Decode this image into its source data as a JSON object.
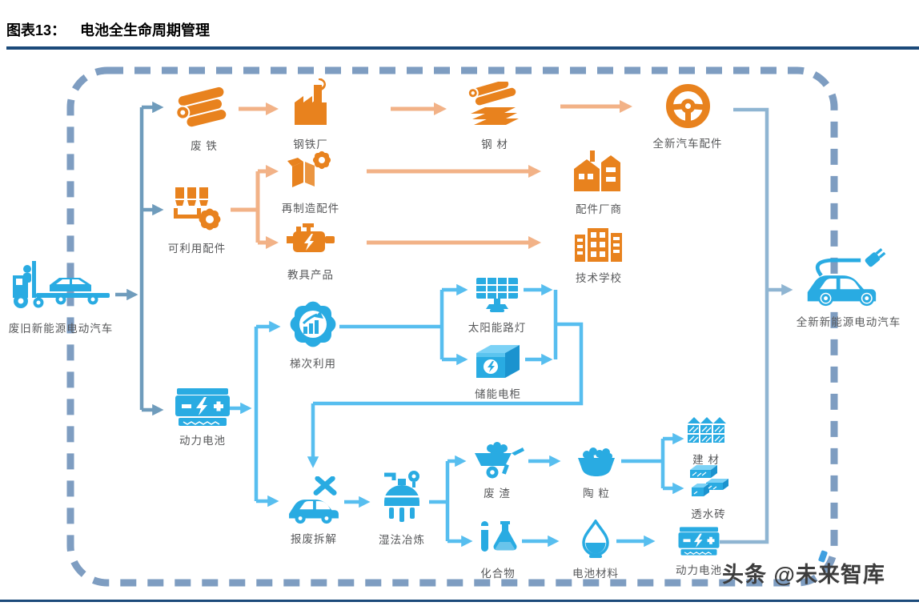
{
  "header": {
    "figure_label": "图表13：",
    "title": "电池全生命周期管理"
  },
  "watermark": {
    "text": "头条 @未来智库"
  },
  "colors": {
    "icon_orange": "#E8821E",
    "icon_blue": "#29ABE2",
    "arrow_orange": "#F2B287",
    "arrow_cyan": "#57BEEF",
    "arrow_steel": "#6F9CBC",
    "arrow_steel_light": "#8FB5D2",
    "border_dash": "#7E9DC1",
    "rule_navy": "#1B4A7A"
  },
  "nodes": {
    "truck": {
      "label": "废旧新能源电动汽车"
    },
    "scrap_iron": {
      "label": "废 铁"
    },
    "steel_plant": {
      "label": "钢铁厂"
    },
    "steel": {
      "label": "钢 材"
    },
    "new_auto_parts": {
      "label": "全新汽车配件"
    },
    "usable_parts": {
      "label": "可利用配件"
    },
    "reman_parts": {
      "label": "再制造配件"
    },
    "teaching_products": {
      "label": "教具产品"
    },
    "parts_manufacturer": {
      "label": "配件厂商"
    },
    "tech_school": {
      "label": "技术学校"
    },
    "power_battery": {
      "label": "动力电池"
    },
    "cascade_use": {
      "label": "梯次利用"
    },
    "solar_light": {
      "label": "太阳能路灯"
    },
    "storage_cabinet": {
      "label": "储能电柜"
    },
    "dismantling": {
      "label": "报废拆解"
    },
    "hydrometallurgy": {
      "label": "湿法冶炼"
    },
    "slag": {
      "label": "废 渣"
    },
    "ceramsite": {
      "label": "陶 粒"
    },
    "building_materials": {
      "label": "建 材"
    },
    "permeable_brick": {
      "label": "透水砖"
    },
    "compound": {
      "label": "化合物"
    },
    "battery_materials": {
      "label": "电池材料"
    },
    "power_battery_2": {
      "label": "动力电池"
    },
    "new_ev": {
      "label": "全新新能源电动汽车"
    }
  }
}
